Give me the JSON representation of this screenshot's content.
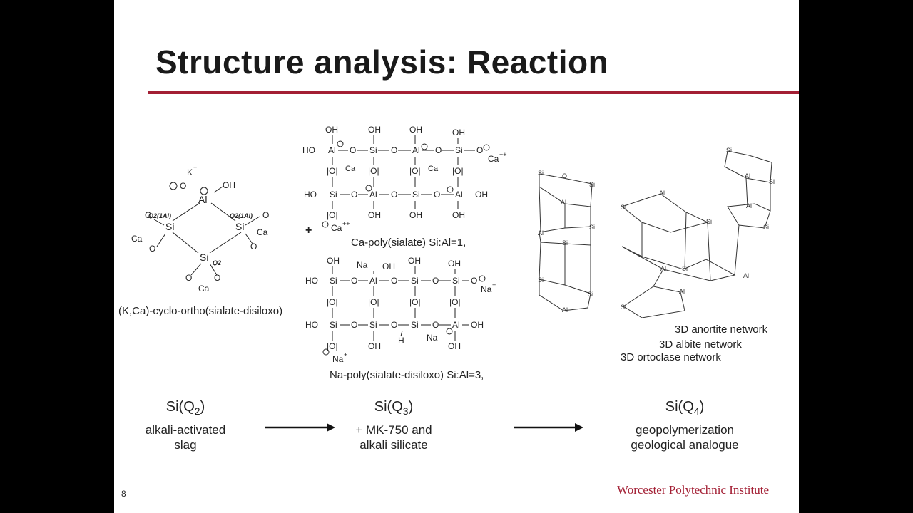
{
  "slide": {
    "title": "Structure analysis: Reaction",
    "page_number": "8",
    "footer": "Worcester Polytechnic Institute",
    "accent_color": "#a31f34"
  },
  "figures": {
    "left_caption": "(K,Ca)-cyclo-ortho(sialate-disiloxo)",
    "ca_caption": "Ca-poly(sialate) Si:Al=1,",
    "na_caption": "Na-poly(sialate-disiloxo) Si:Al=3,",
    "network_labels": [
      "3D anortite network",
      "3D albite network",
      "3D ortoclase network"
    ]
  },
  "stages": [
    {
      "si": "Si(Q",
      "sub": "2",
      "close": ")",
      "line1": "alkali-activated",
      "line2": "slag"
    },
    {
      "si": "Si(Q",
      "sub": "3",
      "close": ")",
      "line1": "+ MK-750 and",
      "line2": "alkali silicate"
    },
    {
      "si": "Si(Q",
      "sub": "4",
      "close": ")",
      "line1": "geopolymerization",
      "line2": "geological analogue"
    }
  ]
}
